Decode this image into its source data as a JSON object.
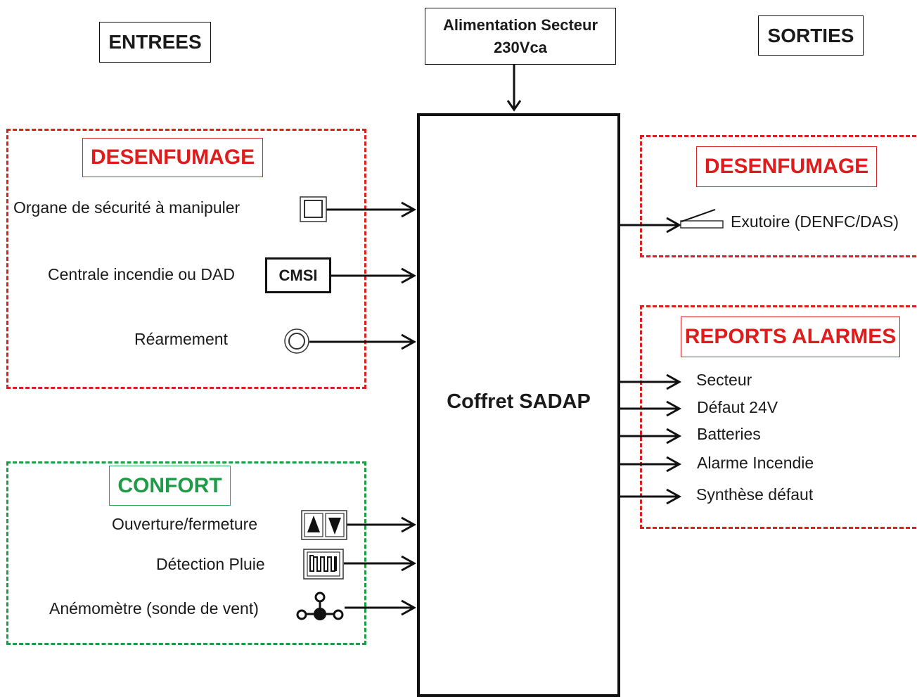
{
  "headers": {
    "inputs": "ENTREES",
    "outputs": "SORTIES",
    "power_line1": "Alimentation Secteur",
    "power_line2": "230Vca"
  },
  "main_box": {
    "label": "Coffret SADAP"
  },
  "inputs": {
    "desenfumage": {
      "title": "DESENFUMAGE",
      "color": "#dc1f1f",
      "items": [
        {
          "label": "Organe de sécurité à manipuler",
          "icon": "push-button-square-icon"
        },
        {
          "label": "Centrale incendie ou DAD",
          "icon": "cmsi-box",
          "icon_text": "CMSI"
        },
        {
          "label": "Réarmement",
          "icon": "reset-button-circle-icon"
        }
      ]
    },
    "confort": {
      "title": "CONFORT",
      "color": "#1f9a46",
      "items": [
        {
          "label": "Ouverture/fermeture",
          "icon": "up-down-buttons-icon"
        },
        {
          "label": "Détection Pluie",
          "icon": "rain-sensor-icon"
        },
        {
          "label": "Anémomètre (sonde de vent)",
          "icon": "anemometer-icon"
        }
      ]
    }
  },
  "outputs": {
    "desenfumage": {
      "title": "DESENFUMAGE",
      "color": "#dc1f1f",
      "items": [
        {
          "label": "Exutoire (DENFC/DAS)",
          "icon": "vent-hatch-icon"
        }
      ]
    },
    "reports_alarmes": {
      "title": "REPORTS ALARMES",
      "color": "#dc1f1f",
      "items": [
        {
          "label": "Secteur"
        },
        {
          "label": "Défaut 24V"
        },
        {
          "label": "Batteries"
        },
        {
          "label": "Alarme Incendie"
        },
        {
          "label": "Synthèse défaut"
        }
      ]
    }
  }
}
